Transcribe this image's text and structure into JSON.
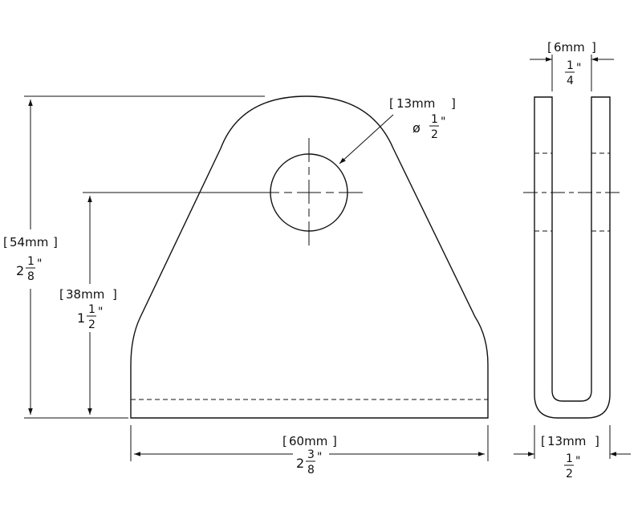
{
  "dimensions": {
    "height_total": {
      "metric": "54mm",
      "whole": "2",
      "num": "1",
      "den": "8",
      "unit": "\""
    },
    "hole_height": {
      "metric": "38mm",
      "whole": "1",
      "num": "1",
      "den": "2",
      "unit": "\""
    },
    "hole_diameter": {
      "metric": "13mm",
      "symbol": "ø",
      "num": "1",
      "den": "2",
      "unit": "\""
    },
    "width": {
      "metric": "60mm",
      "whole": "2",
      "num": "3",
      "den": "8",
      "unit": "\""
    },
    "thickness": {
      "metric": "6mm",
      "num": "1",
      "den": "4",
      "unit": "\""
    },
    "side_width": {
      "metric": "13mm",
      "num": "1",
      "den": "2",
      "unit": "\""
    }
  }
}
